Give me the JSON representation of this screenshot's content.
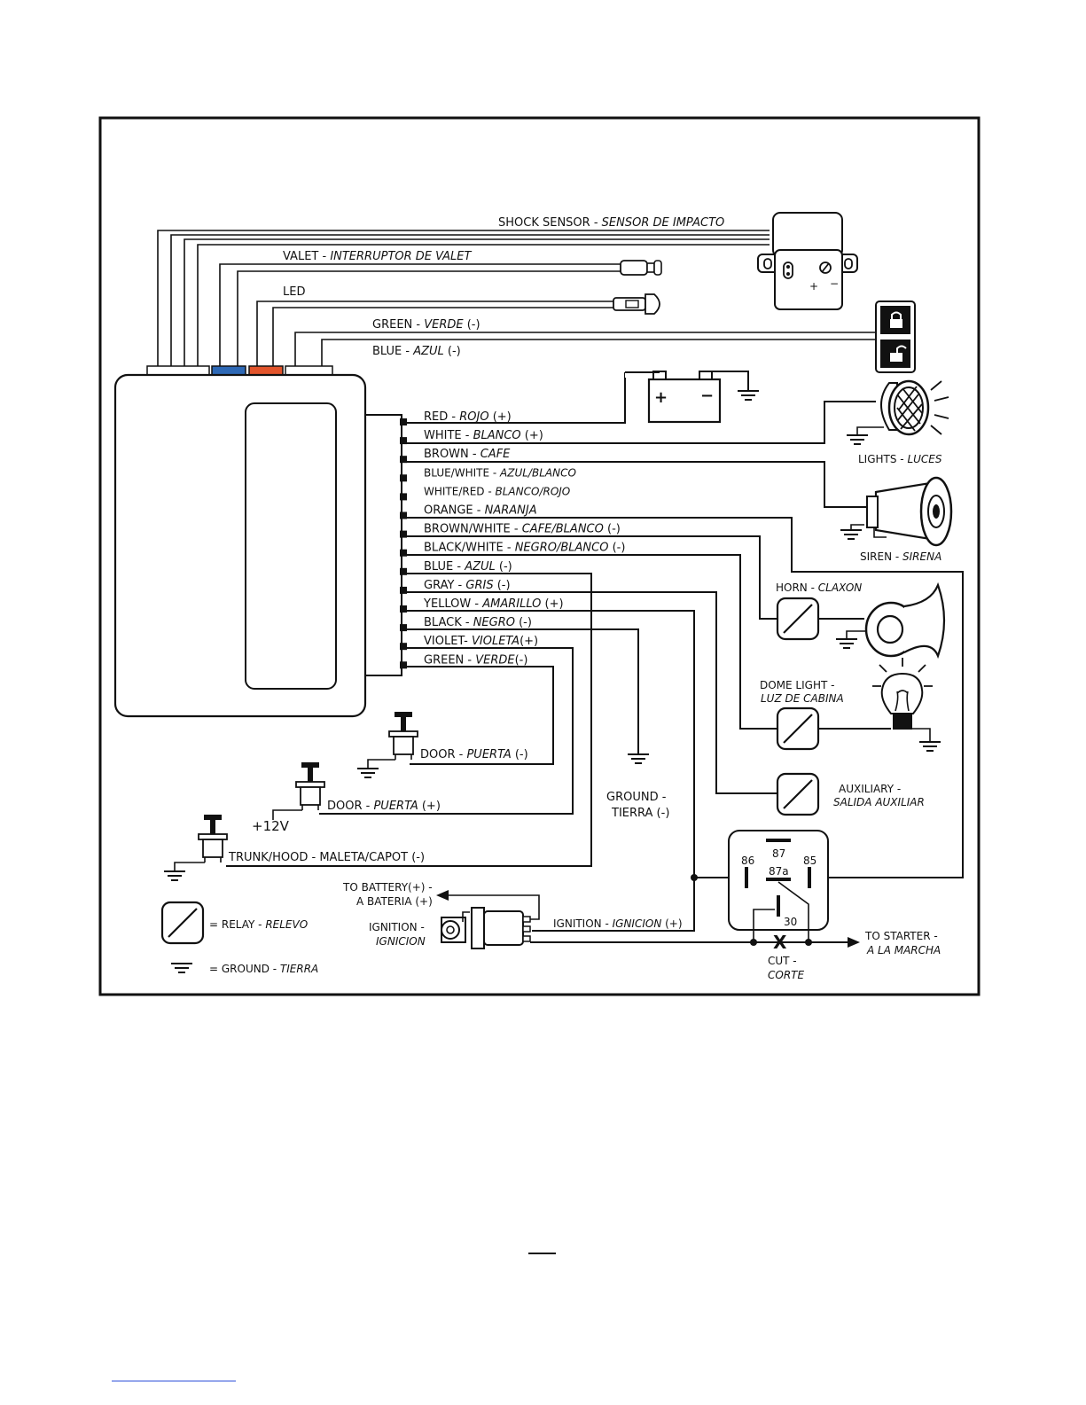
{
  "colors": {
    "blue_connector": "#2d68b5",
    "red_connector": "#e2542b",
    "line": "#111111"
  },
  "top_harness": {
    "shock_sensor": {
      "main": "SHOCK SENSOR - ",
      "sub": "SENSOR DE IMPACTO"
    },
    "valet": {
      "main": "VALET - ",
      "sub": "INTERRUPTOR DE VALET"
    },
    "led": "LED",
    "green": {
      "main": "GREEN - ",
      "sub": "VERDE",
      "tail": " (-)"
    },
    "blue": {
      "main": "BLUE - ",
      "sub": "AZUL",
      "tail": " (-)"
    }
  },
  "wires": [
    {
      "main": "RED - ",
      "sub": "ROJO",
      "tail": " (+)"
    },
    {
      "main": "WHITE - ",
      "sub": "BLANCO",
      "tail": " (+)"
    },
    {
      "main": "BROWN - ",
      "sub": "CAFE",
      "tail": ""
    },
    {
      "main": "BLUE/WHITE - ",
      "sub": "AZUL/BLANCO",
      "tail": ""
    },
    {
      "main": "WHITE/RED - ",
      "sub": "BLANCO/ROJO",
      "tail": ""
    },
    {
      "main": "ORANGE - ",
      "sub": "NARANJA",
      "tail": ""
    },
    {
      "main": "BROWN/WHITE - ",
      "sub": "CAFE/BLANCO",
      "tail": " (-)"
    },
    {
      "main": "BLACK/WHITE - ",
      "sub": "NEGRO/BLANCO",
      "tail": " (-)"
    },
    {
      "main": "BLUE - ",
      "sub": "AZUL",
      "tail": " (-)"
    },
    {
      "main": "GRAY - ",
      "sub": "GRIS",
      "tail": " (-)"
    },
    {
      "main": "YELLOW - ",
      "sub": "AMARILLO",
      "tail": " (+)"
    },
    {
      "main": "BLACK - ",
      "sub": "NEGRO",
      "tail": " (-)"
    },
    {
      "main": "VIOLET- ",
      "sub": "VIOLETA",
      "tail": "(+)"
    },
    {
      "main": "GREEN - ",
      "sub": "VERDE",
      "tail": "(-)"
    }
  ],
  "devices": {
    "lights": {
      "main": "LIGHTS - ",
      "sub": "LUCES"
    },
    "siren": {
      "main": "SIREN - ",
      "sub": "SIRENA"
    },
    "horn": {
      "main": "HORN - ",
      "sub": "CLAXON"
    },
    "dome_light": {
      "line1": "DOME LIGHT -",
      "line2": "LUZ DE CABINA"
    },
    "auxiliary": {
      "line1": "AUXILIARY -",
      "line2": "SALIDA AUXILIAR"
    },
    "ground": {
      "line1": "GROUND -",
      "line2": "TIERRA (-)"
    },
    "door_neg": {
      "main": "DOOR - ",
      "sub": "PUERTA",
      "tail": " (-)"
    },
    "door_pos": {
      "main": "DOOR - ",
      "sub": "PUERTA",
      "tail": " (+)"
    },
    "plus12v": "+12V",
    "trunk": "TRUNK/HOOD - MALETA/CAPOT (-)",
    "battery_symbol_plus": "+",
    "battery_symbol_minus": "−",
    "sensor_plus": "+",
    "sensor_minus": "−"
  },
  "relay": {
    "pin_87": "87",
    "pin_87a": "87a",
    "pin_86": "86",
    "pin_85": "85",
    "pin_30": "30"
  },
  "ignition": {
    "to_battery_1": "TO BATTERY(+) -",
    "to_battery_2": "A BATERIA (+)",
    "ign_1": "IGNITION -",
    "ign_2": "IGNICION",
    "ign_wire": {
      "main": "IGNITION - ",
      "sub": "IGNICION",
      "tail": " (+)"
    },
    "to_starter_1": "TO STARTER -",
    "to_starter_2": "A  LA MARCHA",
    "cut_1": "CUT -",
    "cut_2": "CORTE",
    "cut_mark": "X"
  },
  "legend": {
    "relay": {
      "main": "= RELAY - ",
      "sub": "RELEVO"
    },
    "ground": {
      "main": "= GROUND - ",
      "sub": "TIERRA"
    }
  }
}
